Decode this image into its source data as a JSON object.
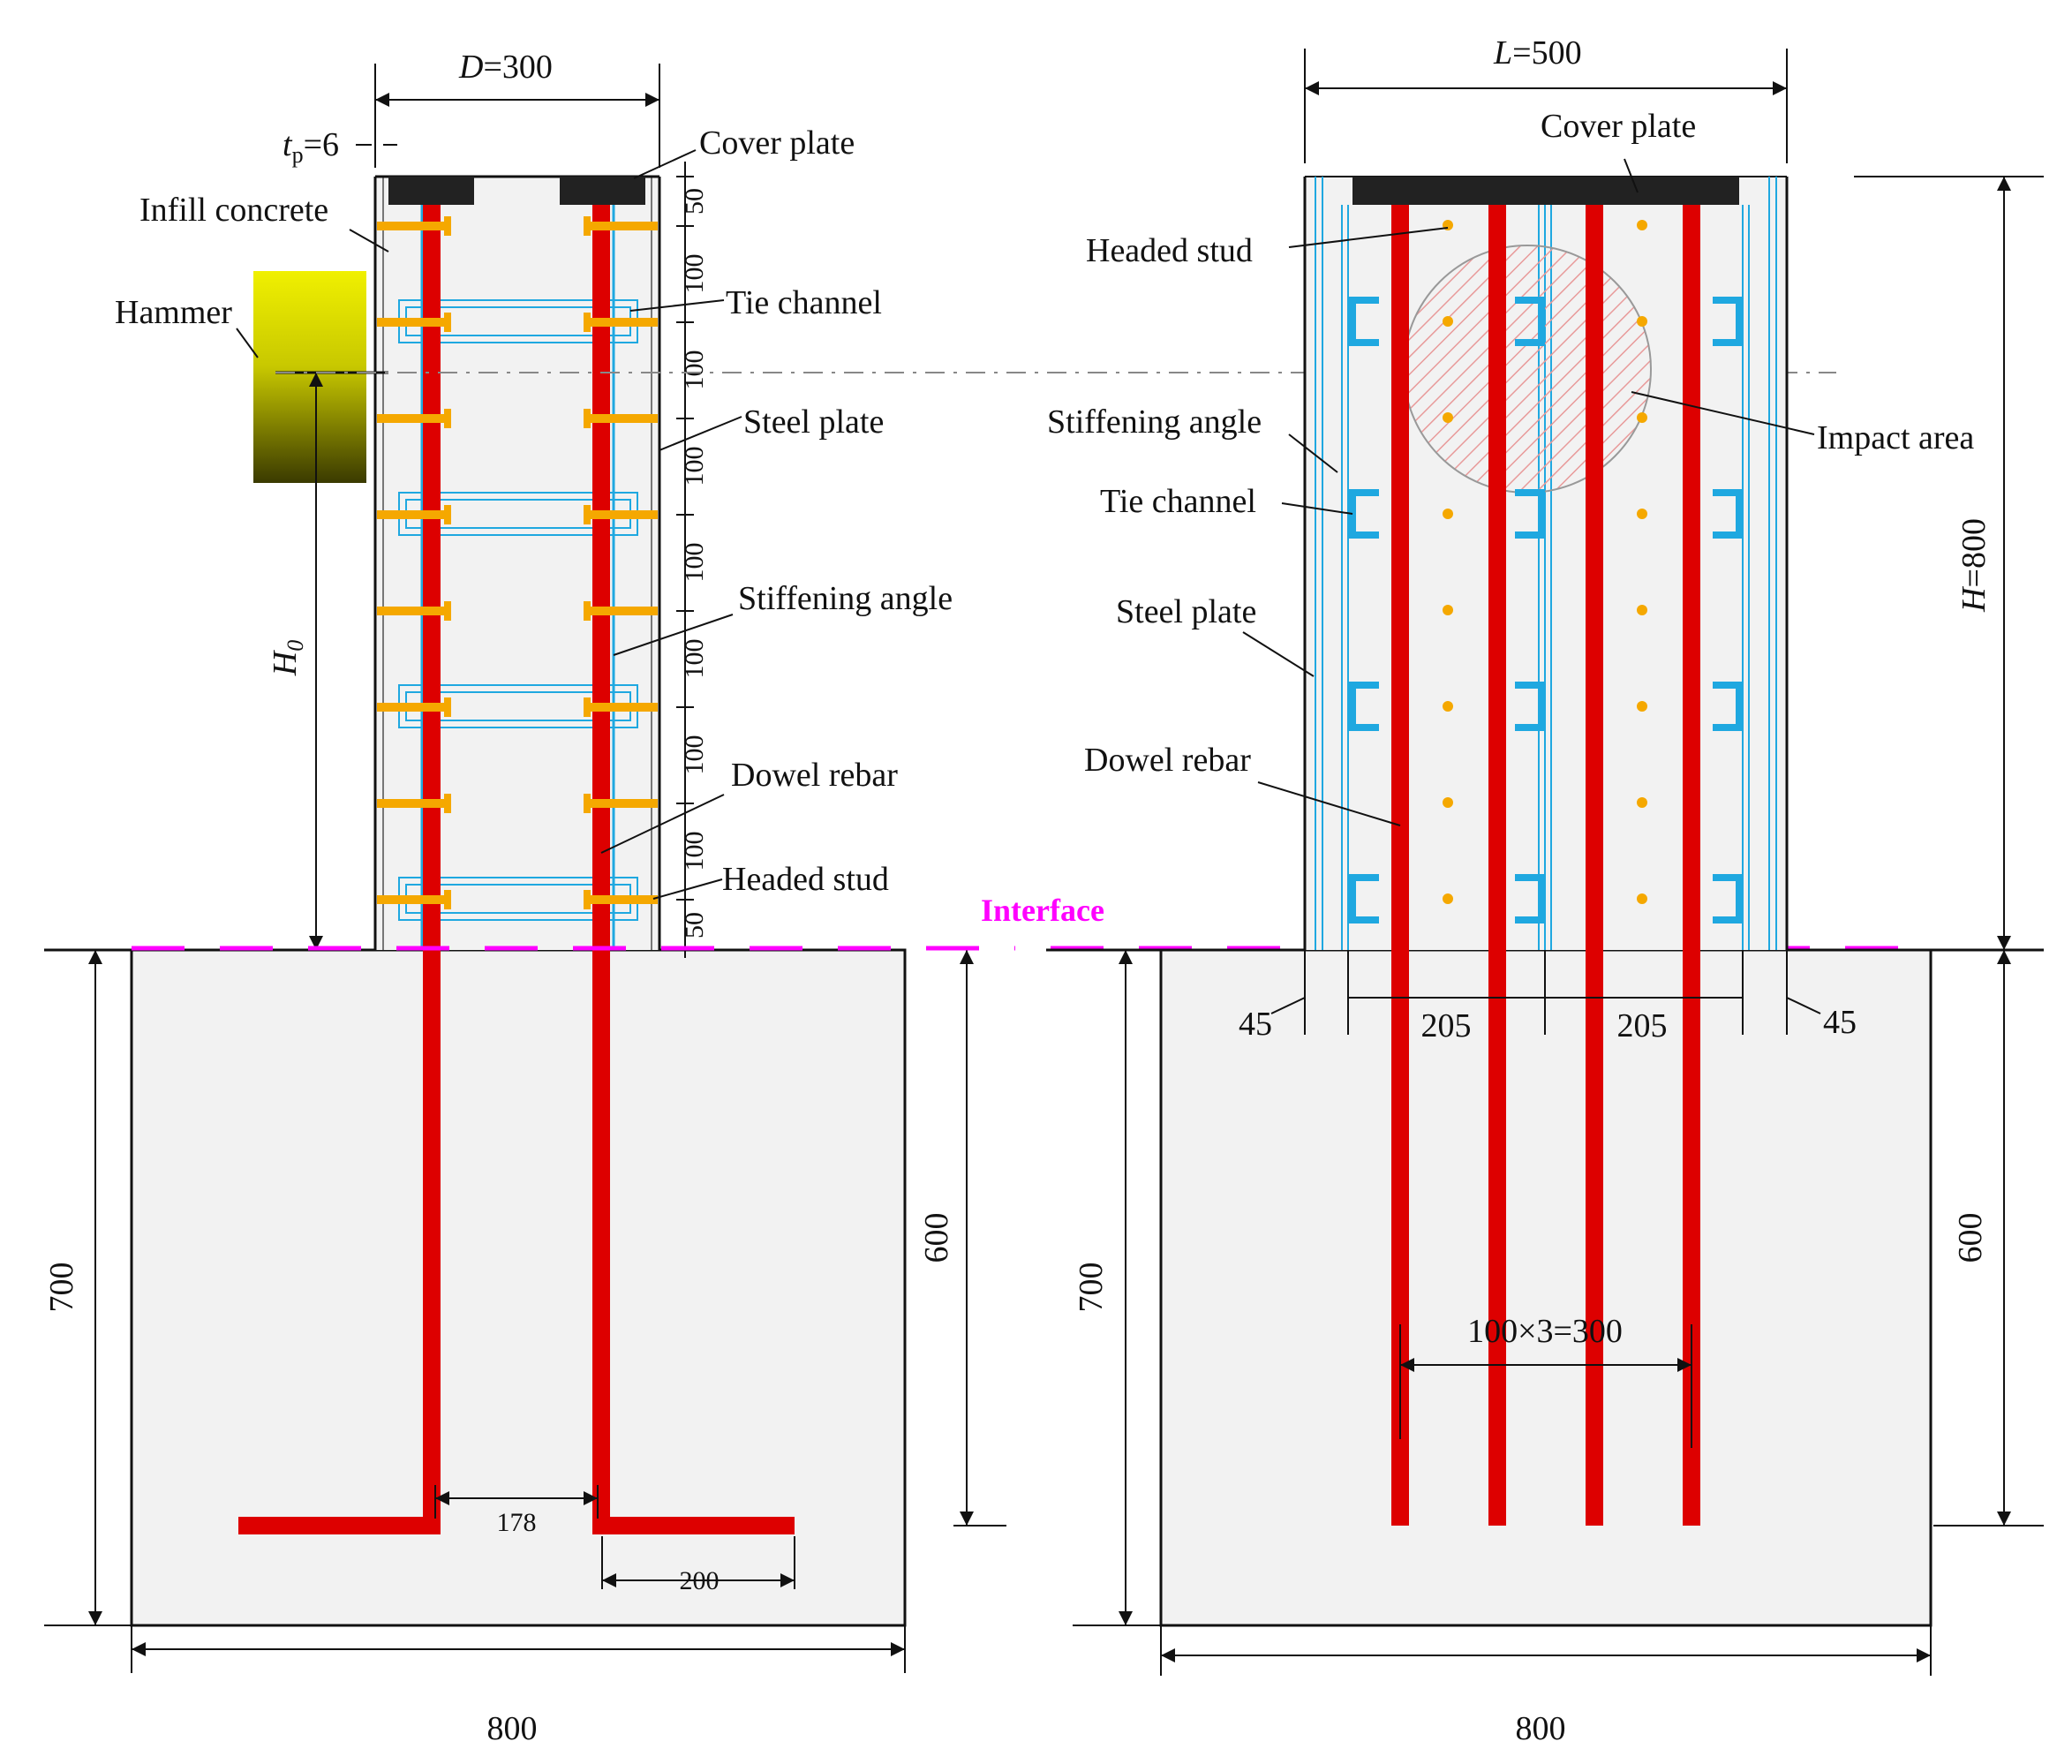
{
  "left_view": {
    "width_dim": {
      "sym": "D",
      "val": "=300"
    },
    "thickness_dim": {
      "sym": "t",
      "sub": "p",
      "val": "=6"
    },
    "labels": {
      "cover_plate": "Cover plate",
      "infill_concrete": "Infill concrete",
      "hammer": "Hammer",
      "tie_channel": "Tie channel",
      "steel_plate": "Steel plate",
      "stiffening_angle": "Stiffening angle",
      "dowel_rebar": "Dowel rebar",
      "headed_stud": "Headed stud"
    },
    "stud_spacing": [
      "50",
      "100",
      "100",
      "100",
      "100",
      "100",
      "100",
      "100",
      "50"
    ],
    "h0": {
      "sym": "H",
      "sub": "0"
    },
    "foundation_height": "700",
    "embed_depth": "600",
    "rebar_gap": "178",
    "hook_length": "200",
    "foundation_width": "800"
  },
  "interface_label": "Interface",
  "right_view": {
    "width_dim": {
      "sym": "L",
      "val": "=500"
    },
    "height_dim": {
      "sym": "H",
      "val": "=800"
    },
    "labels": {
      "cover_plate": "Cover plate",
      "headed_stud": "Headed stud",
      "stiffening_angle": "Stiffening angle",
      "tie_channel": "Tie channel",
      "steel_plate": "Steel plate",
      "dowel_rebar": "Dowel rebar",
      "impact_area": "Impact area"
    },
    "bottom_dims": [
      "45",
      "205",
      "205",
      "45"
    ],
    "rebar_spacing": "100×3=300",
    "foundation_height": "700",
    "embed_depth": "600",
    "foundation_width": "800"
  },
  "colors": {
    "rebar": "#dd0000",
    "stud": "#f5a800",
    "channel": "#1fa8e0",
    "concrete": "#f2f2f2",
    "cover": "#222222",
    "interface": "#ff00ff",
    "hammer": "#c8c800"
  }
}
